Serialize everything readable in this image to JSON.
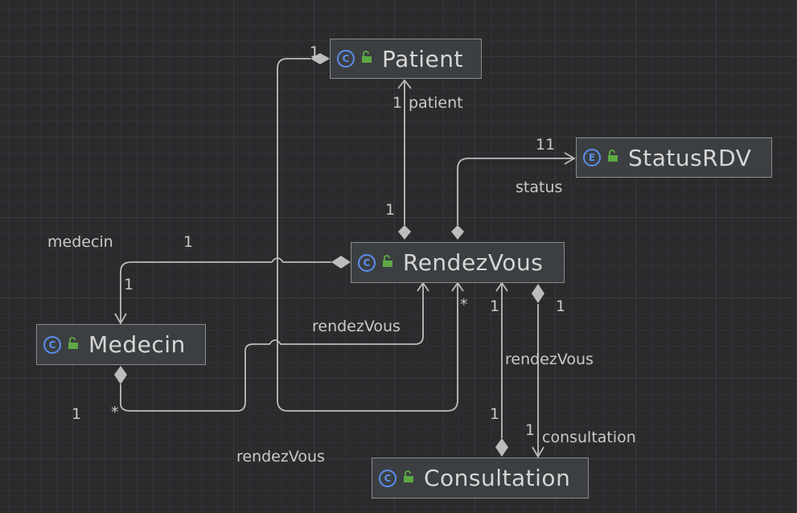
{
  "classes": {
    "patient": {
      "name": "Patient",
      "kind": "C"
    },
    "status": {
      "name": "StatusRDV",
      "kind": "E"
    },
    "rdv": {
      "name": "RendezVous",
      "kind": "C"
    },
    "medecin": {
      "name": "Medecin",
      "kind": "C"
    },
    "consultation": {
      "name": "Consultation",
      "kind": "C"
    }
  },
  "labels": {
    "patient_top_mult": "1",
    "patient_role": "patient",
    "patient_near_mult": "1",
    "rdv_top_mult": "1",
    "status_mult": "11",
    "status_role": "status",
    "medecin_role": "medecin",
    "medecin_top_mult": "1",
    "medecin_near_mult": "1",
    "rendezvous_role_mid": "rendezVous",
    "rdv_star": "*",
    "rdv_left_mult_1": "1",
    "rdv_right_mult": "1",
    "rendezvous_role_right": "rendezVous",
    "medecin_bottom_mult": "1",
    "medecin_bottom_star": "*",
    "consult_left_mult": "1",
    "consult_right_mult": "1",
    "consultation_role": "consultation",
    "rendezvous_role_bottom": "rendezVous"
  }
}
